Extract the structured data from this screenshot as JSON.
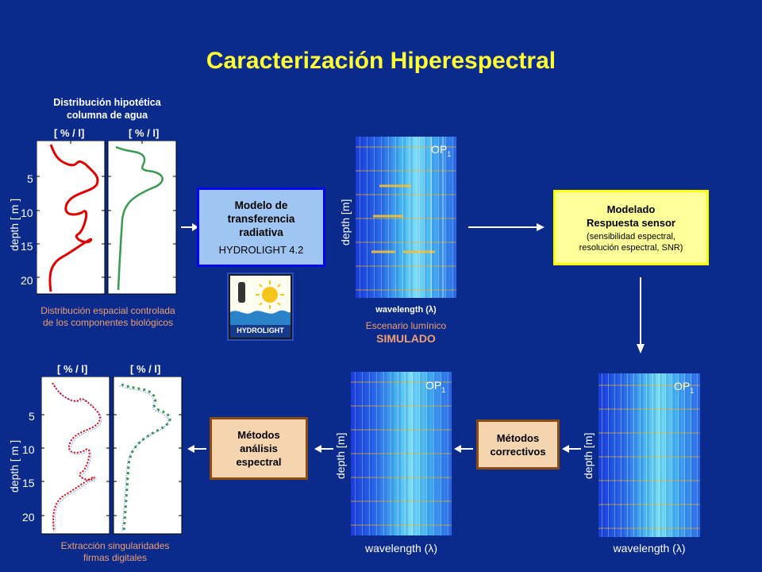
{
  "title": "Caracterización Hiperespectral",
  "top_left": {
    "heading": "Distribución hipotética\ncolumna de agua",
    "unit_left": "[ % / l]",
    "unit_right": "[ % / l]",
    "ylabel": "depth  [ m ]",
    "ticks": [
      "5",
      "10",
      "15",
      "20"
    ],
    "caption": "Distribución espacial controlada\nde los componentes biológicos",
    "colors": {
      "red_curve": "#e00000",
      "green_curve": "#3a9a50"
    }
  },
  "model_box": {
    "line1": "Modelo de\ntransferencia\nradiativa",
    "line2": "HYDROLIGHT 4.2"
  },
  "logo": {
    "text": "HYDROLIGHT"
  },
  "top_spectrum": {
    "ylabel": "depth [m]",
    "xlabel": "wavelength  (λ)",
    "op": "OP",
    "op_sub": "1",
    "caption1": "Escenario lumínico",
    "caption2": "SIMULADO"
  },
  "sensor_box": {
    "line1": "Modelado\nRespuesta sensor",
    "line2": "(sensibilidad espectral,\nresolución espectral, SNR)"
  },
  "bottom_right_spectrum": {
    "ylabel": "depth [m]",
    "xlabel": "wavelength  (λ)",
    "op": "OP",
    "op_sub": "1"
  },
  "correct_box": {
    "label": "Métodos\ncorrectivos"
  },
  "bottom_mid_spectrum": {
    "ylabel": "depth [m]",
    "xlabel": "wavelength  (λ)",
    "op": "OP",
    "op_sub": "1"
  },
  "analysis_box": {
    "label": "Métodos\nanálisis\nespectral"
  },
  "bottom_left": {
    "unit_left": "[ % / l]",
    "unit_right": "[ % / l]",
    "ylabel": "depth  [ m ]",
    "ticks": [
      "5",
      "10",
      "15",
      "20"
    ],
    "caption": "Extracción singularidades\nfirmas digitales"
  }
}
